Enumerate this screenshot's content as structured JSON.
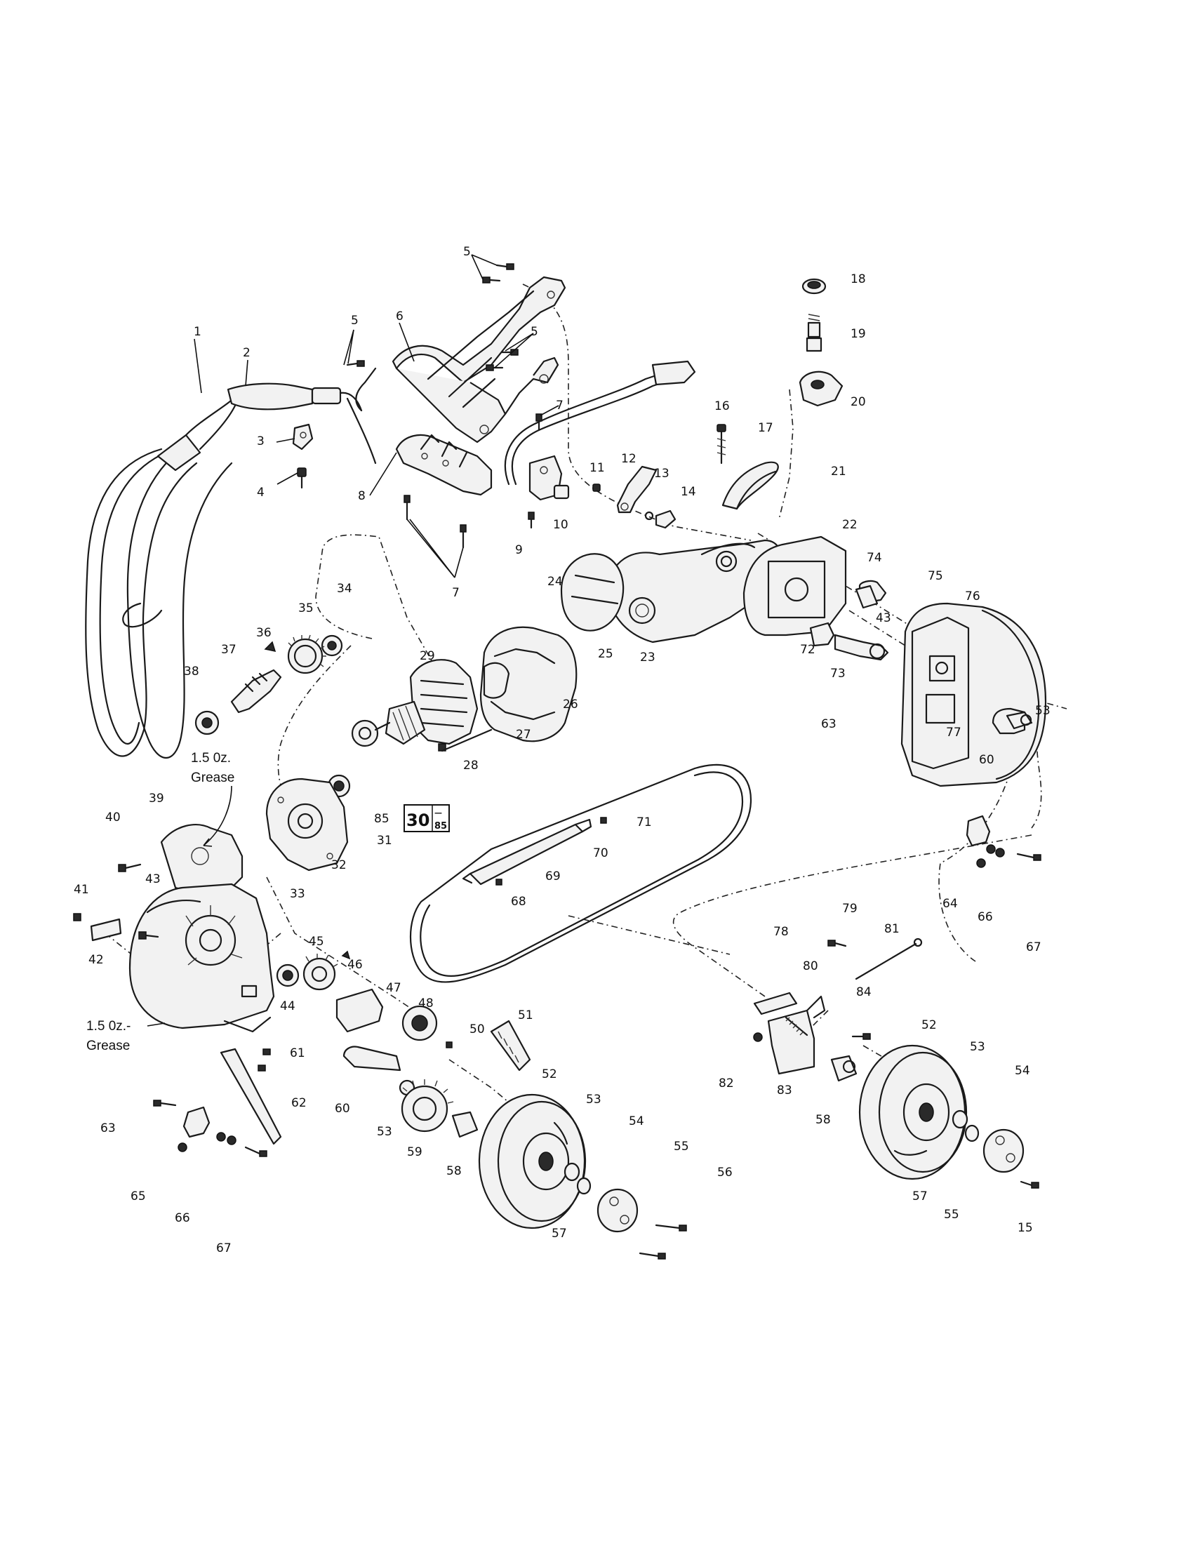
{
  "callouts": {
    "c1": "1",
    "c2": "2",
    "c3": "3",
    "c4": "4",
    "c5a": "5",
    "c5b": "5",
    "c5c": "5",
    "c6": "6",
    "c7a": "7",
    "c7b": "7",
    "c8": "8",
    "c9": "9",
    "c10": "10",
    "c11": "11",
    "c12": "12",
    "c13": "13",
    "c14": "14",
    "c15": "15",
    "c16": "16",
    "c17": "17",
    "c18": "18",
    "c19": "19",
    "c20": "20",
    "c21": "21",
    "c22": "22",
    "c23": "23",
    "c24": "24",
    "c25": "25",
    "c26": "26",
    "c27": "27",
    "c28": "28",
    "c29": "29",
    "c31": "31",
    "c32": "32",
    "c33": "33",
    "c34": "34",
    "c35": "35",
    "c36": "36",
    "c37": "37",
    "c38": "38",
    "c39": "39",
    "c40": "40",
    "c41": "41",
    "c42": "42",
    "c43a": "43",
    "c43b": "43",
    "c44": "44",
    "c45": "45",
    "c46": "46",
    "c47": "47",
    "c48": "48",
    "c50": "50",
    "c51": "51",
    "c52a": "52",
    "c52b": "52",
    "c53a": "53",
    "c53b": "53",
    "c53c": "53",
    "c53d": "53",
    "c54a": "54",
    "c54b": "54",
    "c55a": "55",
    "c55b": "55",
    "c56": "56",
    "c57a": "57",
    "c57b": "57",
    "c58a": "58",
    "c58b": "58",
    "c59": "59",
    "c60a": "60",
    "c60b": "60",
    "c61": "61",
    "c62": "62",
    "c63a": "63",
    "c63b": "63",
    "c64": "64",
    "c65": "65",
    "c66a": "66",
    "c66b": "66",
    "c67a": "67",
    "c67b": "67",
    "c68": "68",
    "c69": "69",
    "c70": "70",
    "c71": "71",
    "c72": "72",
    "c73": "73",
    "c74": "74",
    "c75": "75",
    "c76": "76",
    "c77": "77",
    "c78": "78",
    "c79": "79",
    "c80": "80",
    "c81": "81",
    "c82": "82",
    "c83": "83",
    "c84": "84",
    "c85": "85"
  },
  "notes": {
    "grease_top_1": "1.5 0z.",
    "grease_top_2": "Grease",
    "grease_bottom_1": "1.5 0z.-",
    "grease_bottom_2": "Grease"
  },
  "kit_box": {
    "main": "30",
    "sub_top": "—",
    "sub_bottom": "85"
  }
}
